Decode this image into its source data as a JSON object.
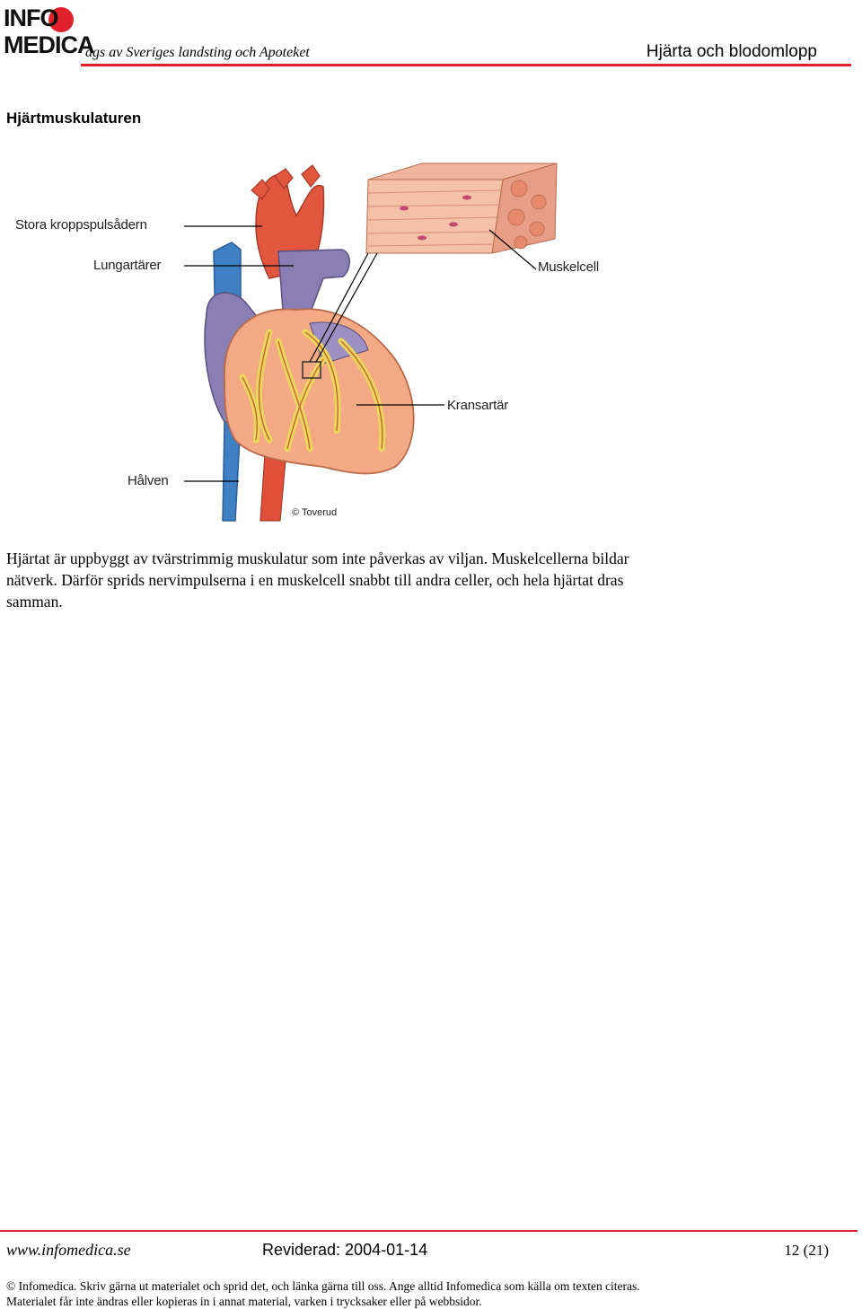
{
  "header": {
    "logo_line1": "INFO",
    "logo_line2": "MEDICA",
    "subtitle": "ägs av Sveriges landsting och Apoteket",
    "title": "Hjärta och blodomlopp",
    "accent_color": "#e0202a"
  },
  "section": {
    "heading": "Hjärtmuskulaturen"
  },
  "figure": {
    "labels": {
      "aorta": "Stora kroppspulsådern",
      "pulmonary": "Lungartärer",
      "muscle_cell": "Muskelcell",
      "coronary": "Kransartär",
      "vena_cava": "Hålven"
    },
    "credit": "© Toverud"
  },
  "body": {
    "paragraph": "Hjärtat är uppbyggt av tvärstrimmig muskulatur som inte påverkas av viljan. Muskelcellerna bildar nätverk. Därför sprids nervimpulserna i en muskelcell snabbt till andra celler, och hela hjärtat dras samman."
  },
  "footer": {
    "url": "www.infomedica.se",
    "revised": "Reviderad: 2004-01-14",
    "page": "12 (21)",
    "legal_line1": "© Infomedica. Skriv gärna ut materialet och sprid det, och länka gärna till oss. Ange alltid Infomedica som källa om texten citeras.",
    "legal_line2": "Materialet får inte ändras eller kopieras in i annat material, varken i trycksaker eller på webbsidor."
  }
}
